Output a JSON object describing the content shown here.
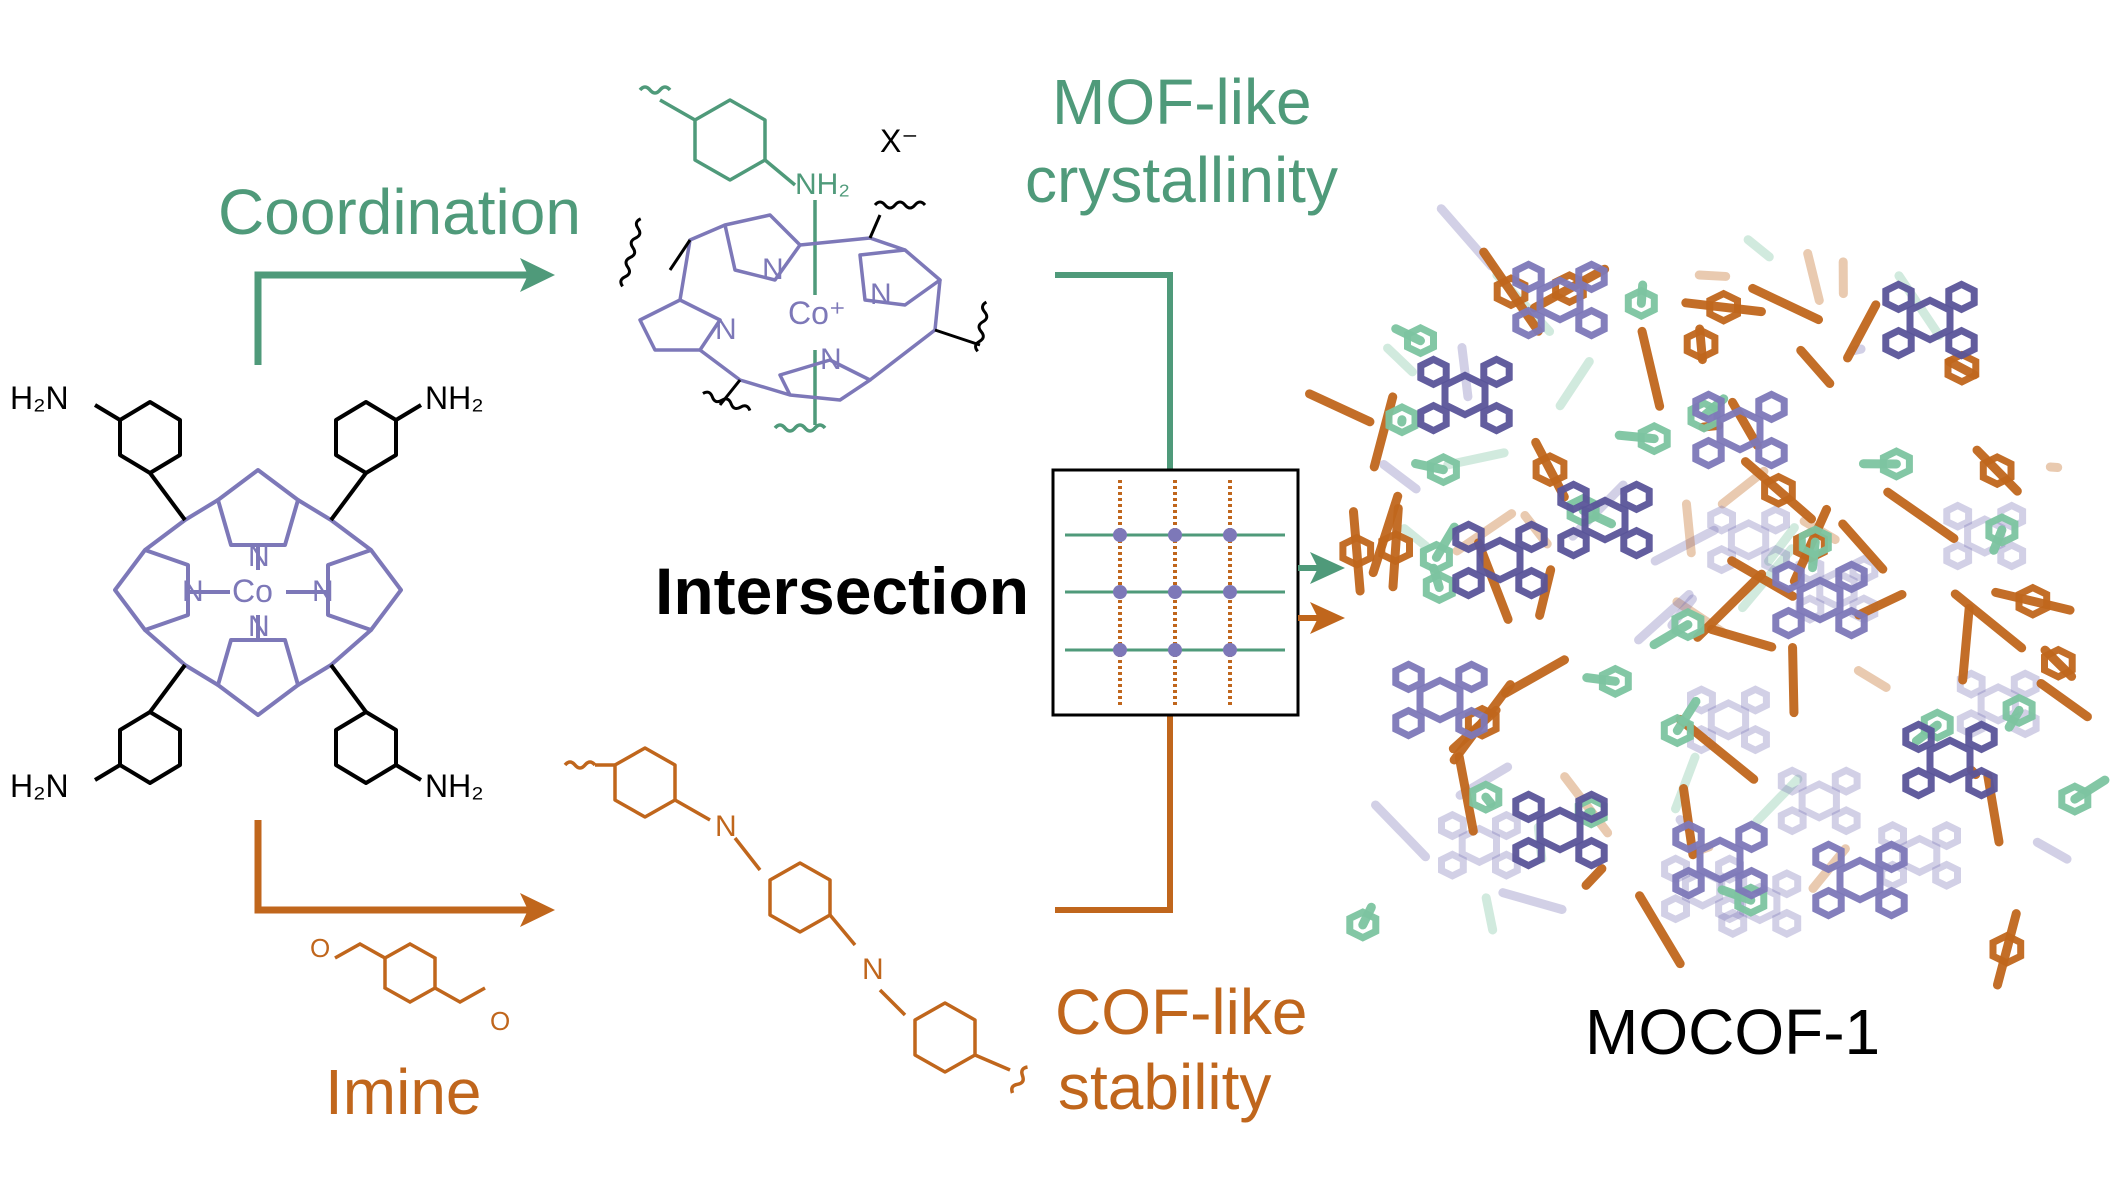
{
  "colors": {
    "green": "#4f9a7a",
    "orange": "#c0661c",
    "purple": "#7d78b8",
    "dark_purple": "#5a5499",
    "light_green": "#7cc4a0",
    "black": "#000000"
  },
  "labels": {
    "coordination": "Coordination",
    "imine": "Imine",
    "mof_like_line1": "MOF-like",
    "mof_like_line2": "crystallinity",
    "cof_like_line1": "COF-like",
    "cof_like_line2": "stability",
    "intersection": "Intersection",
    "mocof": "MOCOF-1"
  },
  "atoms": {
    "h2n": "H₂N",
    "nh2": "NH₂",
    "n": "N",
    "co": "Co",
    "co_plus": "Co⁺",
    "x_minus": "X⁻",
    "o": "O"
  }
}
